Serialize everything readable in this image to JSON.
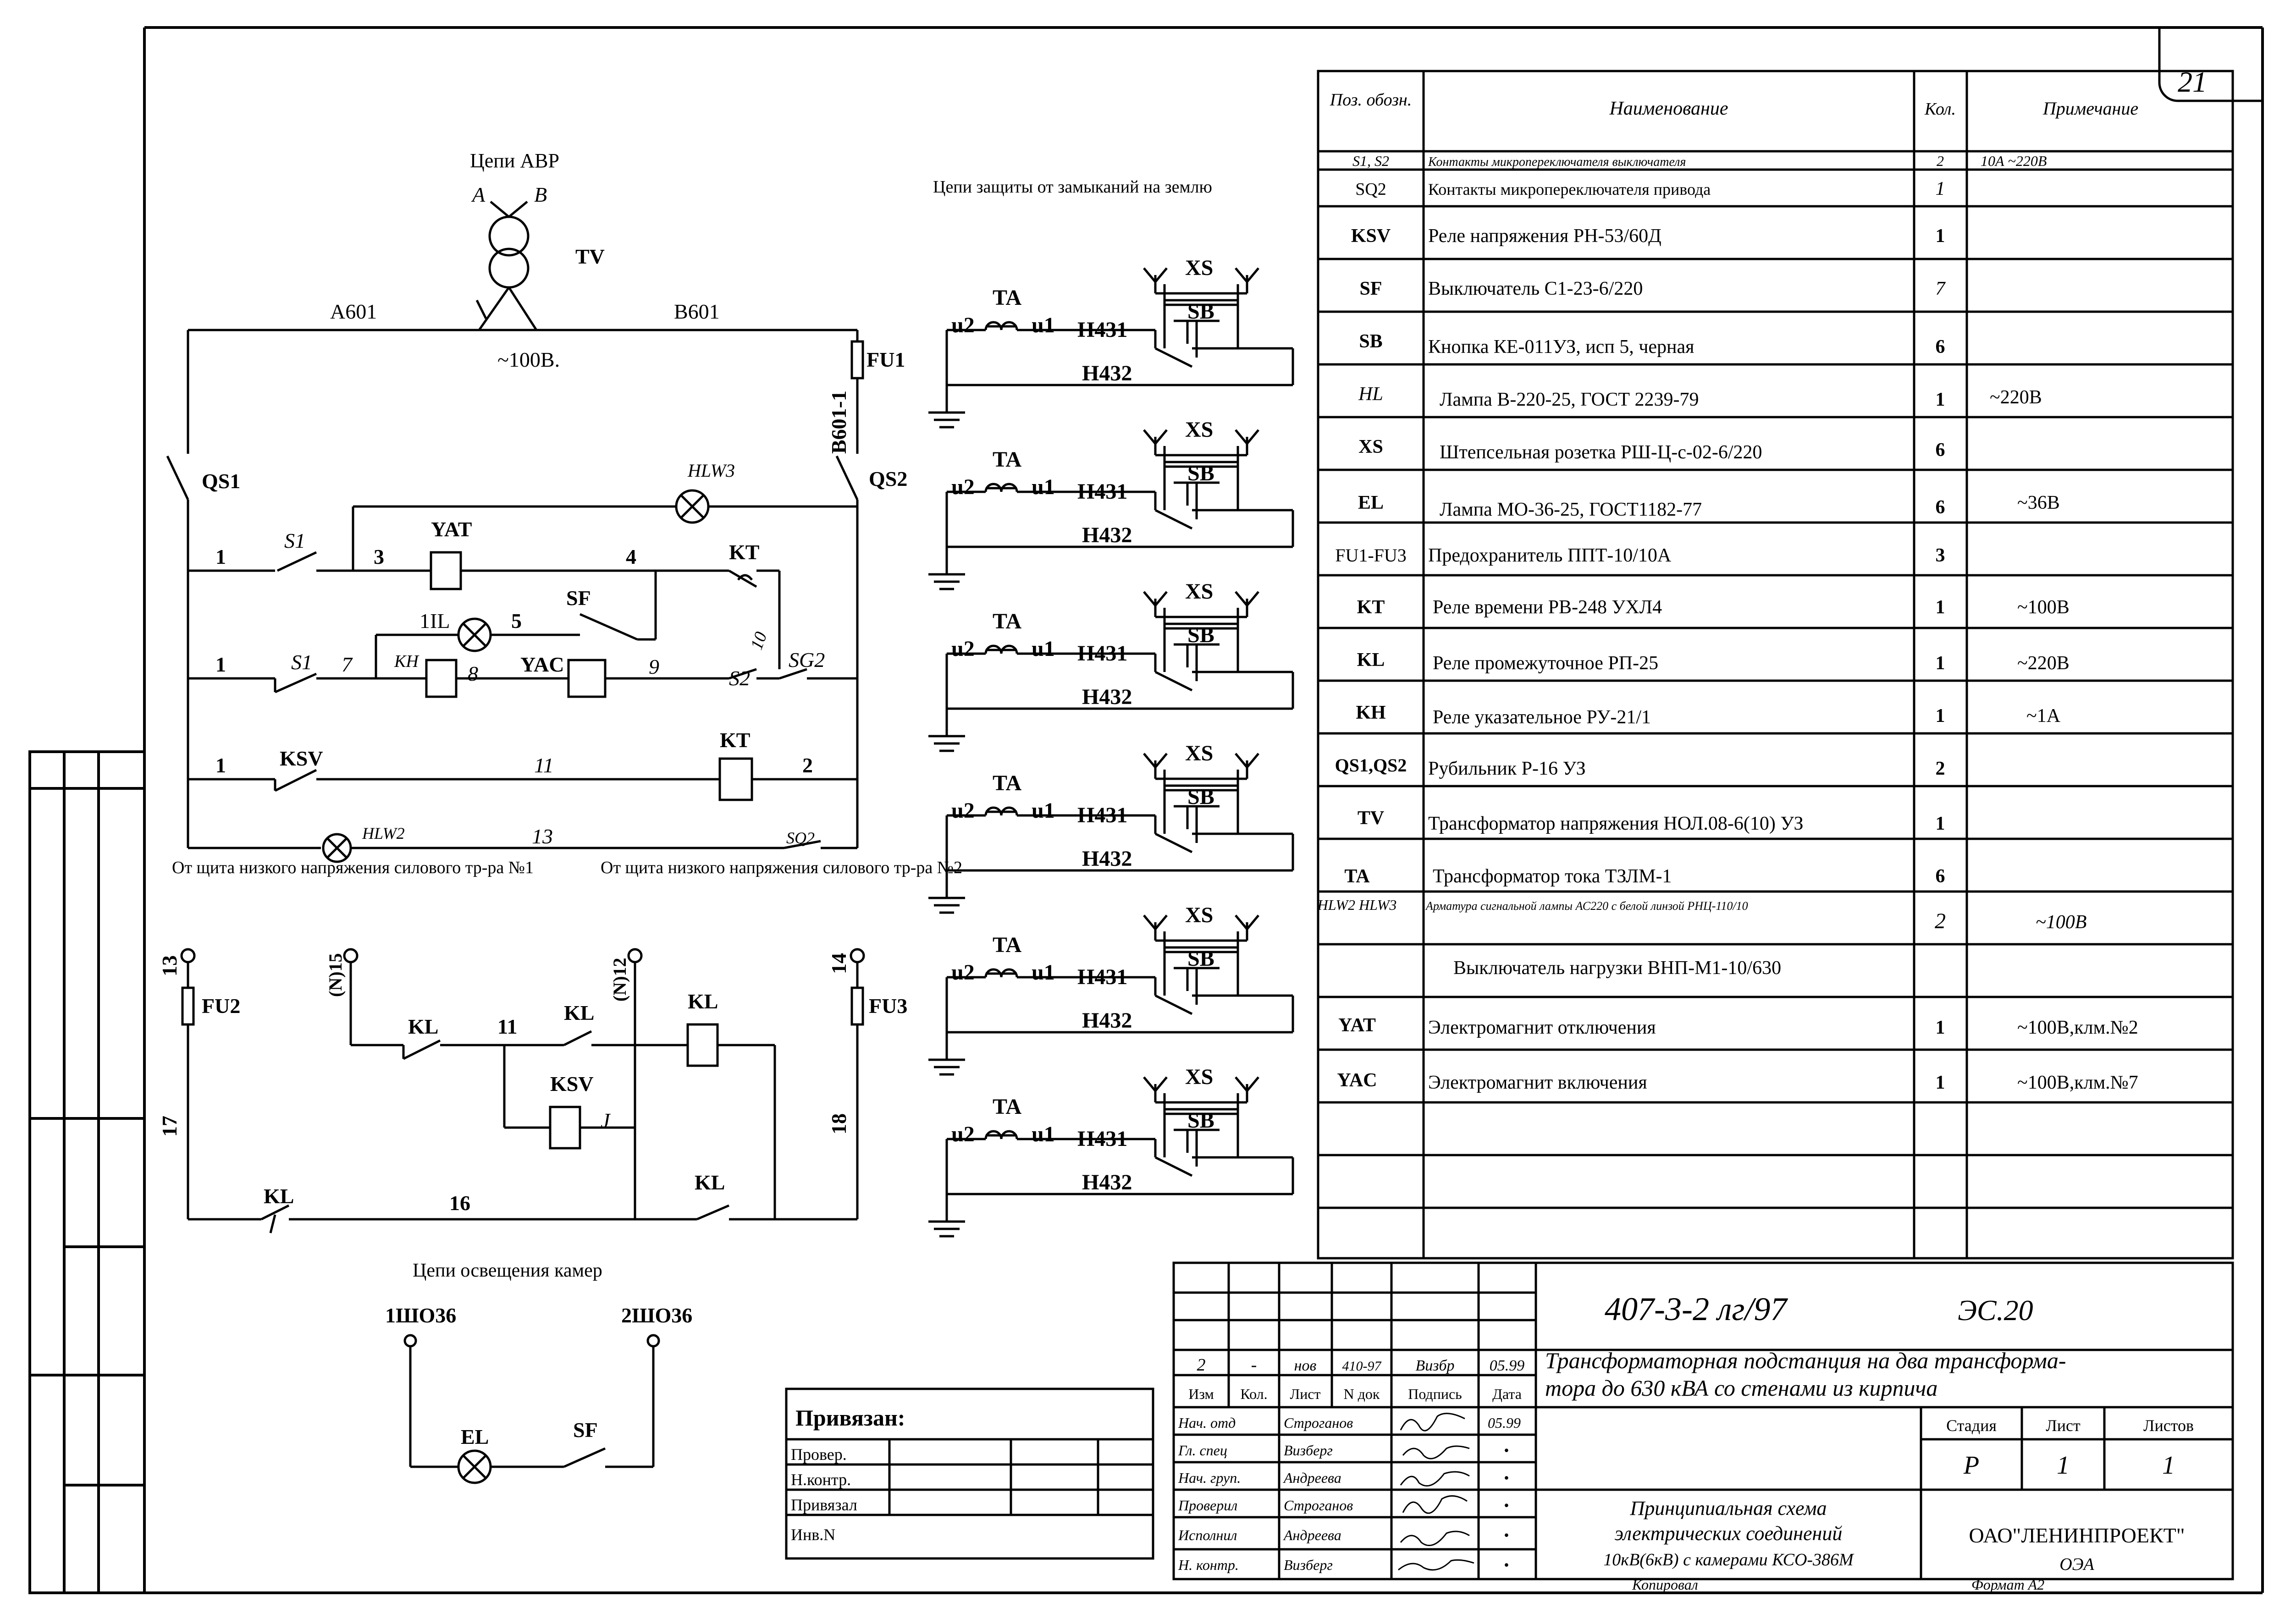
{
  "sheet_number": "21",
  "circuits": {
    "avr_title": "Цепи АВР",
    "phase_a": "A",
    "phase_b": "B",
    "transformer": "TV",
    "wire_a601": "A601",
    "wire_b601": "B601",
    "voltage_100": "~100В.",
    "fuse_fu1": "FU1",
    "wire_b601_1": "B601-1",
    "qs1": "QS1",
    "qs2": "QS2",
    "hlw3": "HLW3",
    "yat": "YAT",
    "yac": "YAC",
    "kt": "KT",
    "kt2": "KT",
    "sf": "SF",
    "s1_a": "S1",
    "s1_b": "S1",
    "s2": "S2",
    "sg2": "SG2",
    "kh": "KH",
    "lamp_1l": "1IL",
    "ksv": "KSV",
    "hlw2": "HLW2",
    "sq2": "SQ2",
    "node_1a": "1",
    "node_1b": "1",
    "node_1c": "1",
    "node_2": "2",
    "node_3": "3",
    "node_4": "4",
    "node_5": "5",
    "node_7": "7",
    "node_8": "8",
    "node_9": "9",
    "node_10": "10",
    "node_11": "11",
    "node_13": "13",
    "supply_1": "От щита низкого напряжения силового тр-ра №1",
    "supply_2": "От щита низкого напряжения силового тр-ра №2",
    "wire_13": "13",
    "wire_14": "14",
    "wire_17": "17",
    "wire_18": "18",
    "wire_16": "16",
    "wire_11": "11",
    "wire_12": "(N)12",
    "wire_15": "(N)15",
    "fu2": "FU2",
    "fu3": "FU3",
    "kl_1": "KL",
    "kl_2": "KL",
    "kl_3": "KL",
    "kl_4": "KL",
    "kl_5": "KL",
    "ksv_2": "KSV",
    "node_j": "J",
    "ground_title": "Цепи защиты от замыканий на землю",
    "ta": "TA",
    "u1": "u1",
    "u2": "u2",
    "h431": "H431",
    "h432": "H432",
    "xs": "XS",
    "sb": "SB",
    "light_title": "Цепи освещения камер",
    "sho1": "1ШО36",
    "sho2": "2ШО36",
    "el": "EL",
    "sf_light": "SF"
  },
  "spec_table": {
    "headers": [
      "Поз. обозн.",
      "Наименование",
      "Кол.",
      "Примечание"
    ],
    "rows": [
      {
        "pos": "S1, S2",
        "name": "Контакты микропереключателя выключателя",
        "qty": "2",
        "note": "10А ~220В"
      },
      {
        "pos": "SQ2",
        "name": "Контакты микропереключателя привода",
        "qty": "1",
        "note": ""
      },
      {
        "pos": "KSV",
        "name": "Реле напряжения РН-53/60Д",
        "qty": "1",
        "note": ""
      },
      {
        "pos": "SF",
        "name": "Выключатель С1-23-6/220",
        "qty": "7",
        "note": ""
      },
      {
        "pos": "SB",
        "name": "Кнопка КЕ-011УЗ, исп 5, черная",
        "qty": "6",
        "note": ""
      },
      {
        "pos": "HL",
        "name": "Лампа В-220-25, ГОСТ 2239-79",
        "qty": "1",
        "note": "~220В"
      },
      {
        "pos": "XS",
        "name": "Штепсельная розетка РШ-Ц-с-02-6/220",
        "qty": "6",
        "note": ""
      },
      {
        "pos": "EL",
        "name": "Лампа МО-36-25, ГОСТ1182-77",
        "qty": "6",
        "note": "~36В"
      },
      {
        "pos": "FU1-FU3",
        "name": "Предохранитель ППТ-10/10А",
        "qty": "3",
        "note": ""
      },
      {
        "pos": "KT",
        "name": "Реле времени РВ-248 УХЛ4",
        "qty": "1",
        "note": "~100В"
      },
      {
        "pos": "KL",
        "name": "Реле промежуточное РП-25",
        "qty": "1",
        "note": "~220В"
      },
      {
        "pos": "KH",
        "name": "Реле указательное РУ-21/1",
        "qty": "1",
        "note": "~1А"
      },
      {
        "pos": "QS1,QS2",
        "name": "Рубильник Р-16 УЗ",
        "qty": "2",
        "note": ""
      },
      {
        "pos": "TV",
        "name": "Трансформатор напряжения НОЛ.08-6(10) УЗ",
        "qty": "1",
        "note": ""
      },
      {
        "pos": "TA",
        "name": "Трансформатор тока ТЗЛМ-1",
        "qty": "6",
        "note": ""
      },
      {
        "pos": "HLW2 HLW3",
        "name": "Арматура сигнальной лампы АС220 с белой линзой РНЦ-110/10",
        "qty": "2",
        "note": "~100В"
      },
      {
        "pos": "",
        "name": "Выключатель нагрузки ВНП-М1-10/630",
        "qty": "",
        "note": ""
      },
      {
        "pos": "YAT",
        "name": "Электромагнит отключения",
        "qty": "1",
        "note": "~100В,клм.№2"
      },
      {
        "pos": "YAC",
        "name": "Электромагнит включения",
        "qty": "1",
        "note": "~100В,клм.№7"
      }
    ]
  },
  "title_block": {
    "doc_code": "407-3-2 лг/97",
    "sheet_code": "ЭС.20",
    "project_line1": "Трансформаторная подстанция на два трансформа-",
    "project_line2": "тора до 630 кВА со стенами из кирпича",
    "rev_num": "2",
    "rev_kol": "-",
    "rev_list": "нов",
    "rev_doc": "410-97",
    "rev_sign": "Визбр",
    "rev_date": "05.99",
    "rev_headers": [
      "Изм",
      "Кол.",
      "Лист",
      "N док",
      "Подпись",
      "Дата"
    ],
    "staff": [
      {
        "role": "Нач. отд",
        "name": "Строганов",
        "date": "05.99"
      },
      {
        "role": "Гл. спец",
        "name": "Визберг",
        "date": "•"
      },
      {
        "role": "Нач. груп.",
        "name": "Андреева",
        "date": "•"
      },
      {
        "role": "Проверил",
        "name": "Строганов",
        "date": "•"
      },
      {
        "role": "Исполнил",
        "name": "Андреева",
        "date": "•"
      },
      {
        "role": "Н. контр.",
        "name": "Визберг",
        "date": "•"
      }
    ],
    "stage_header": "Стадия",
    "sheet_header": "Лист",
    "sheets_header": "Листов",
    "stage": "Р",
    "sheet": "1",
    "sheets": "1",
    "drawing_title_1": "Принципиальная схема",
    "drawing_title_2": "электрических соединений",
    "drawing_title_3": "10кВ(6кВ) с камерами КСО-386М",
    "org_name": "ОАО\"ЛЕНИНПРОЕКТ\"",
    "org_sub": "ОЭА",
    "copied": "Копировал",
    "format": "Формат А2"
  },
  "bind_block": {
    "title": "Привязан:",
    "rows": [
      "Провер.",
      "Н.контр.",
      "Привязал",
      "Инв.N"
    ]
  }
}
